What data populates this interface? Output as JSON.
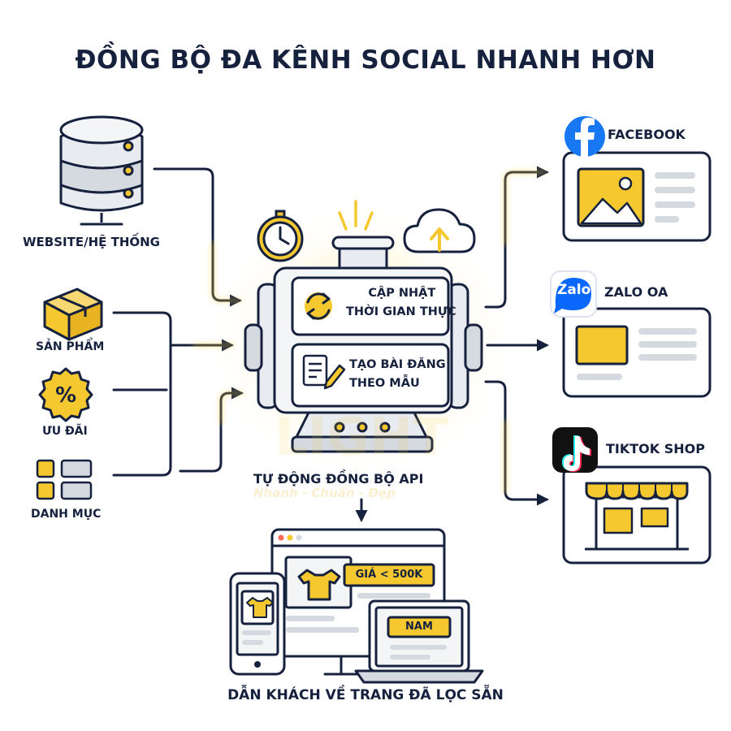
{
  "title": "ĐỒNG BỘ ĐA KÊNH SOCIAL NHANH HƠN",
  "colors": {
    "navy": "#16213e",
    "yellow": "#f5c830",
    "gray": "#d5d9e0",
    "facebook": "#1877f2",
    "zalo": "#0a68ff"
  },
  "sources": [
    {
      "label": "WEBSITE/HỆ THỐNG",
      "icon": "server-database-icon"
    },
    {
      "label": "SẢN PHẨM",
      "icon": "product-box-icon"
    },
    {
      "label": "ƯU ĐÃI",
      "icon": "discount-percent-icon"
    },
    {
      "label": "DANH MỤC",
      "icon": "category-grid-icon"
    }
  ],
  "hub": {
    "task1": [
      "CẬP NHẬT",
      "THỜI GIAN THỰC"
    ],
    "task2": [
      "TẠO BÀI ĐĂNG",
      "THEO MẪU"
    ],
    "label": "TỰ ĐỘNG ĐỒNG BỘ API"
  },
  "channels": [
    {
      "label": "FACEBOOK",
      "icon": "facebook-icon"
    },
    {
      "label": "ZALO OA",
      "icon": "zalo-icon",
      "badge": "Zalo"
    },
    {
      "label": "TIKTOK SHOP",
      "icon": "tiktok-icon"
    }
  ],
  "output": {
    "label": "DẪN KHÁCH VỀ TRANG ĐÃ LỌC SẴN",
    "price_filter": "GIÁ < 500K",
    "gender_filter": "NAM"
  },
  "watermark": {
    "brand": "LIGHT",
    "slogan": "Nhanh - Chuẩn - Đẹp"
  }
}
